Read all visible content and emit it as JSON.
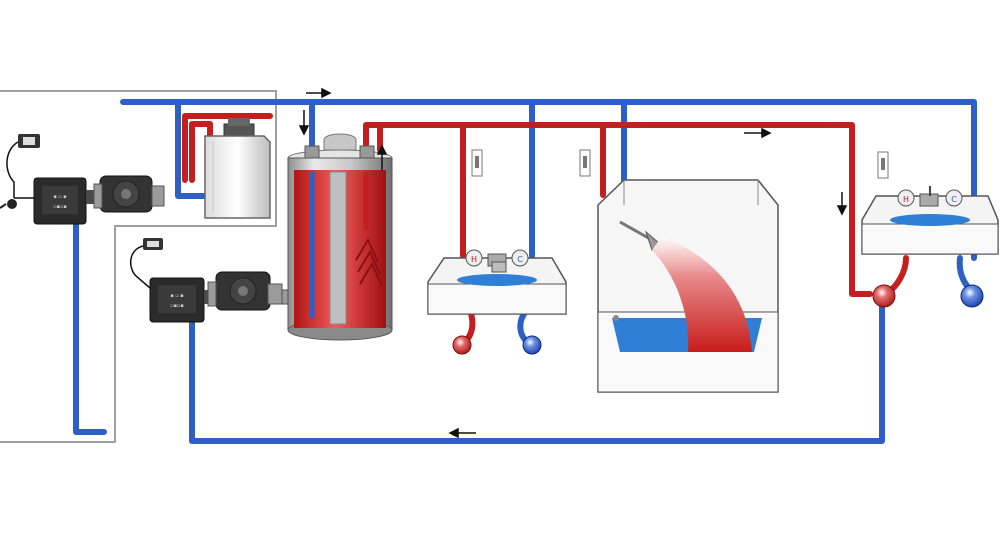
{
  "diagram": {
    "kind": "hot water recirculation plumbing schematic",
    "colors": {
      "cold_pipe": "#2d5fc4",
      "hot_pipe": "#c41e1e",
      "tank_hot": "#e03a3a",
      "basin_water": "#2f7fd6",
      "frame_line": "#9a9a9a",
      "arrow": "#111111",
      "fixture": "#f2f2f2"
    },
    "components": [
      {
        "id": "controller-1",
        "icon": "control-box-icon"
      },
      {
        "id": "pump-1",
        "icon": "circulation-pump-icon"
      },
      {
        "id": "tankless-heater",
        "icon": "tankless-heater-icon"
      },
      {
        "id": "controller-2",
        "icon": "control-box-icon"
      },
      {
        "id": "pump-2",
        "icon": "circulation-pump-icon"
      },
      {
        "id": "storage-tank",
        "icon": "water-heater-tank-icon"
      },
      {
        "id": "sink-1",
        "icon": "sink-icon"
      },
      {
        "id": "bathtub-shower",
        "icon": "bathtub-icon"
      },
      {
        "id": "sink-2",
        "icon": "sink-icon"
      },
      {
        "id": "sensor-switch-1",
        "icon": "wall-switch-icon"
      },
      {
        "id": "sensor-switch-2",
        "icon": "wall-switch-icon"
      },
      {
        "id": "sensor-switch-3",
        "icon": "wall-switch-icon"
      },
      {
        "id": "remote-1",
        "icon": "remote-icon"
      },
      {
        "id": "remote-2",
        "icon": "remote-icon"
      },
      {
        "id": "power-plug",
        "icon": "plug-icon"
      }
    ],
    "flow_arrows": [
      {
        "id": "cold-supply-arrow",
        "direction": "right"
      },
      {
        "id": "cold-down-arrow",
        "direction": "down"
      },
      {
        "id": "hot-up-arrow",
        "direction": "up"
      },
      {
        "id": "hot-supply-arrow",
        "direction": "right"
      },
      {
        "id": "hot-down-arrow",
        "direction": "down"
      },
      {
        "id": "return-arrow",
        "direction": "left"
      }
    ]
  }
}
